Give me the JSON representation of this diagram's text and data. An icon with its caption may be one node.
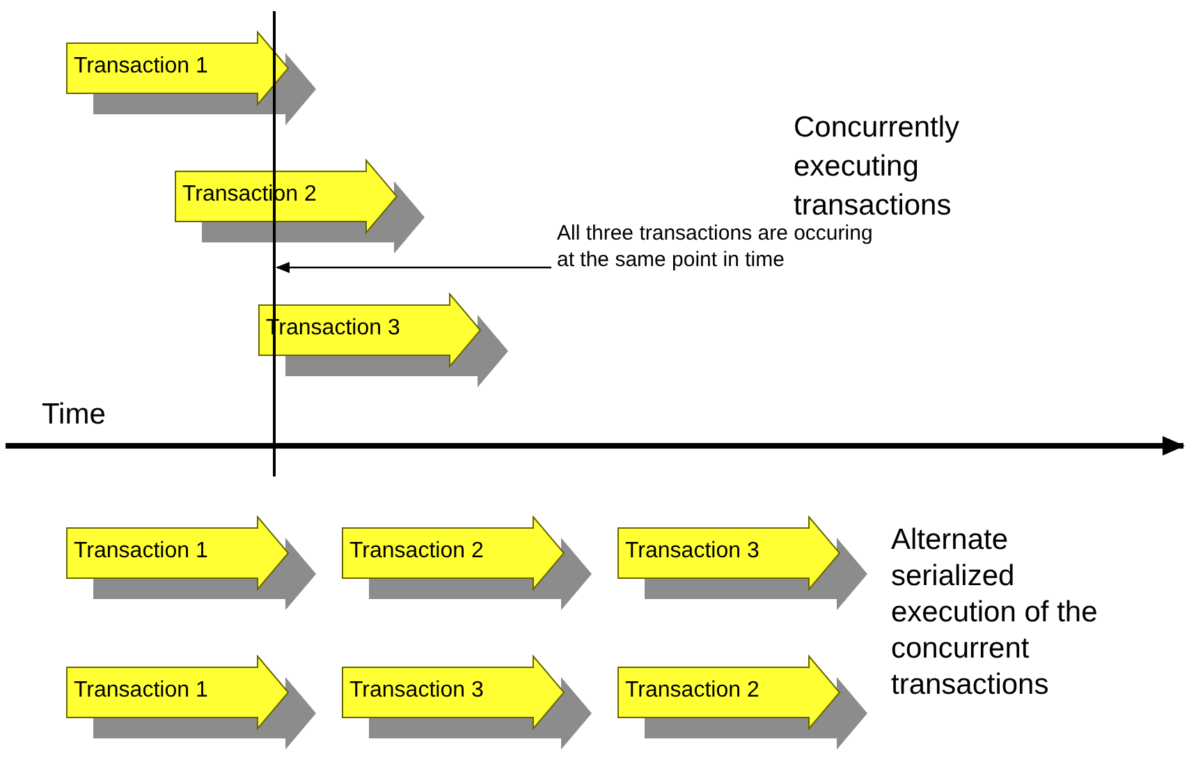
{
  "diagram": {
    "nodes": [
      {
        "text": [
          "Transaction 1"
        ]
      },
      {
        "text": [
          "Transaction 2"
        ]
      },
      {
        "text": [
          "Transaction 3"
        ]
      },
      {
        "text": [
          "Transaction 1"
        ]
      },
      {
        "text": [
          "Transaction 2"
        ]
      },
      {
        "text": [
          "Transaction 3"
        ]
      },
      {
        "text": [
          "Transaction 1"
        ]
      },
      {
        "text": [
          "Transaction 3"
        ]
      },
      {
        "text": [
          "Transaction 2"
        ]
      },
      {
        "text": [
          "All three transactions are occuring at the same point in time"
        ]
      },
      {
        "text": [],
        "shape": "bar"
      }
    ],
    "edges": [
      {
        "from": 9,
        "to": 10,
        "arrow": "to"
      }
    ],
    "labels": [
      "Concurrently executing transactions",
      "Time",
      "Alternate serialized execution of the concurrent transactions"
    ]
  }
}
